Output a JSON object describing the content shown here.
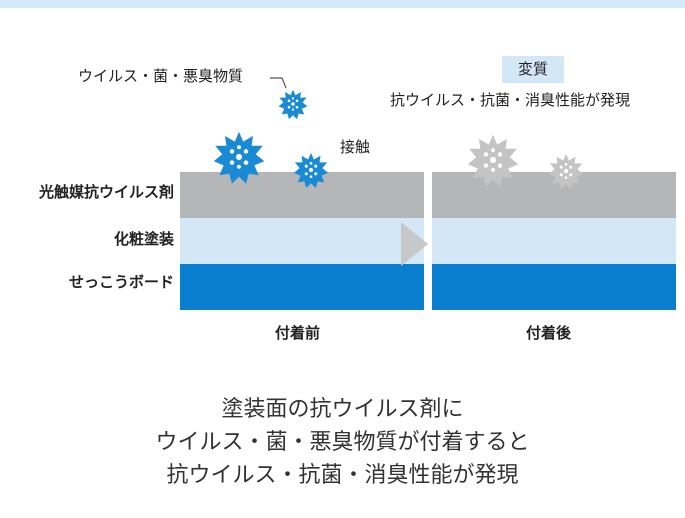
{
  "labels": {
    "germs_label": "ウイルス・菌・悪臭物質",
    "contact_label": "接触",
    "change_label": "変質",
    "effect_label": "抗ウイルス・抗菌・消臭性能が発現",
    "before_label": "付着前",
    "after_label": "付着後"
  },
  "layers": {
    "antiviral": "光触媒抗ウイルス剤",
    "paint": "化粧塗装",
    "board": "せっこうボード"
  },
  "caption": {
    "line1": "塗装面の抗ウイルス剤に",
    "line2": "ウイルス・菌・悪臭物質が付着すると",
    "line3": "抗ウイルス・抗菌・消臭性能が発現"
  },
  "colors": {
    "virus_active": "#1a8ad4",
    "virus_inactive": "#b8b8b8",
    "antiviral_layer": "#b5b6b8",
    "paint_layer": "#d4e7f7",
    "board_layer": "#0a7fcf",
    "arrow": "#c7c8ca"
  }
}
